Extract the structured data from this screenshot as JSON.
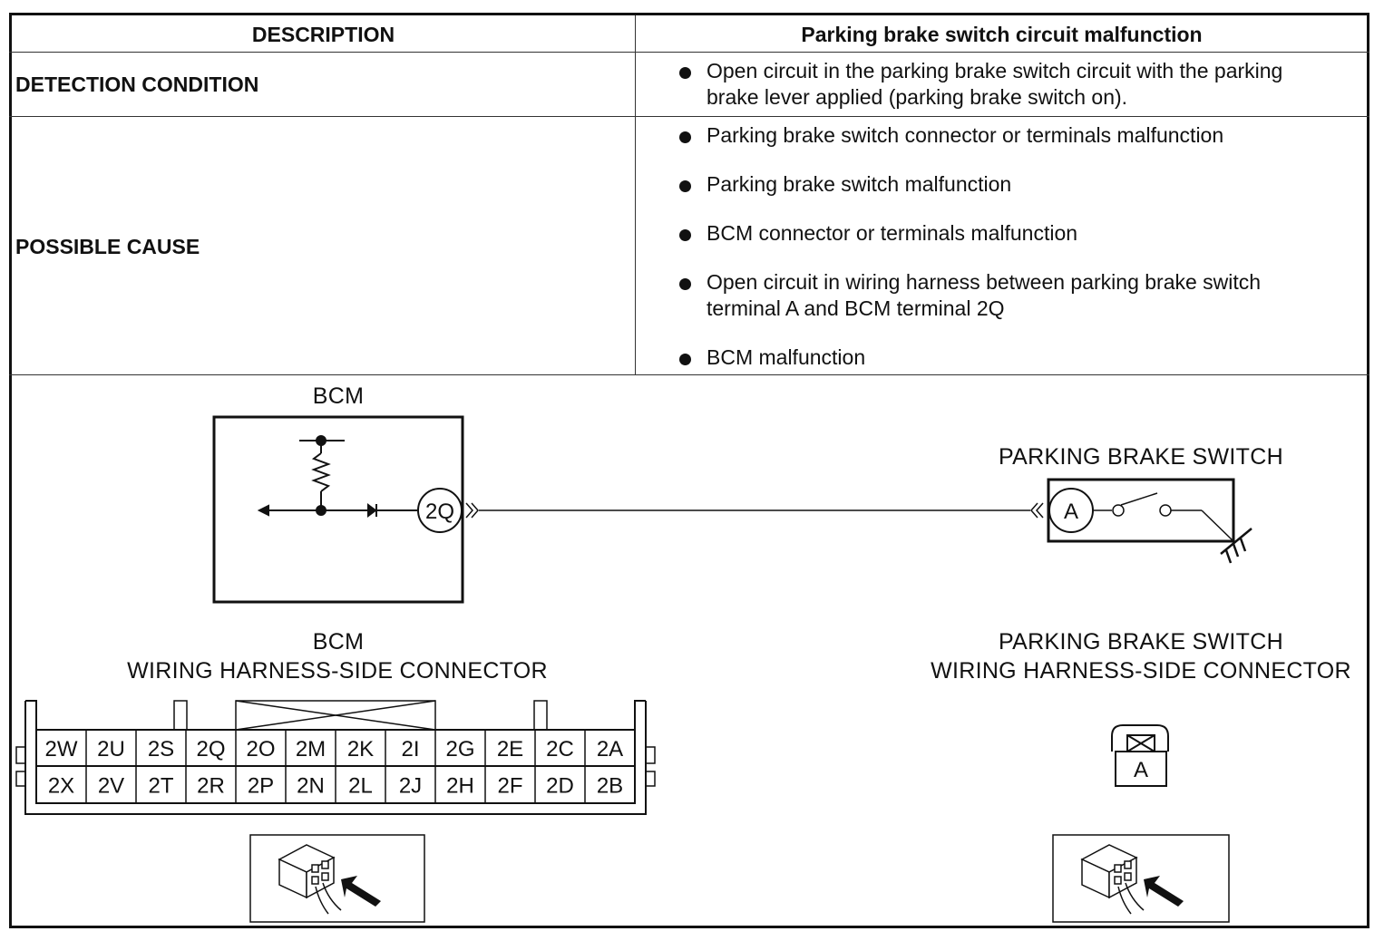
{
  "table": {
    "header_left": "DESCRIPTION",
    "header_right": "Parking brake switch circuit malfunction",
    "rows": [
      {
        "label": "DETECTION CONDITION",
        "items": [
          "Open circuit in the parking brake switch circuit with the parking brake lever applied (parking brake switch on)."
        ]
      },
      {
        "label": "POSSIBLE CAUSE",
        "items": [
          "Parking brake switch connector or terminals malfunction",
          "Parking brake switch malfunction",
          "BCM connector or terminals malfunction",
          "Open circuit in wiring harness between parking brake switch terminal A and BCM terminal 2Q",
          "BCM malfunction"
        ]
      }
    ]
  },
  "diagram": {
    "bcm_title": "BCM",
    "bcm_terminal": "2Q",
    "switch_title": "PARKING BRAKE SWITCH",
    "switch_terminal": "A",
    "bcm_connector_title_1": "BCM",
    "bcm_connector_title_2": "WIRING HARNESS-SIDE CONNECTOR",
    "switch_connector_title_1": "PARKING BRAKE SWITCH",
    "switch_connector_title_2": "WIRING HARNESS-SIDE CONNECTOR",
    "bcm_connector_top_row": [
      "2W",
      "2U",
      "2S",
      "2Q",
      "2O",
      "2M",
      "2K",
      "2I",
      "2G",
      "2E",
      "2C",
      "2A"
    ],
    "bcm_connector_bottom_row": [
      "2X",
      "2V",
      "2T",
      "2R",
      "2P",
      "2N",
      "2L",
      "2J",
      "2H",
      "2F",
      "2D",
      "2B"
    ],
    "switch_connector_pin": "A"
  }
}
